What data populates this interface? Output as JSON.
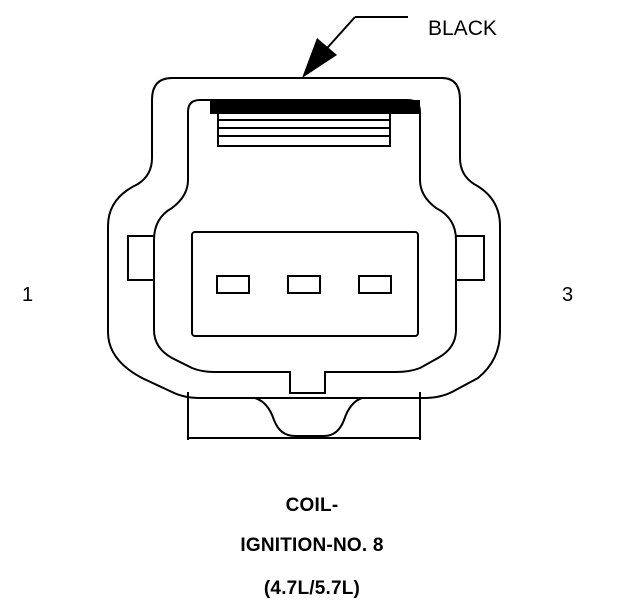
{
  "diagram": {
    "callout_label": "BLACK",
    "pin_left_label": "1",
    "pin_right_label": "3",
    "caption_line1": "COIL-",
    "caption_line2": "IGNITION-NO. 8",
    "caption_line3": "(4.7L/5.7L)",
    "terminal_count": 3
  }
}
